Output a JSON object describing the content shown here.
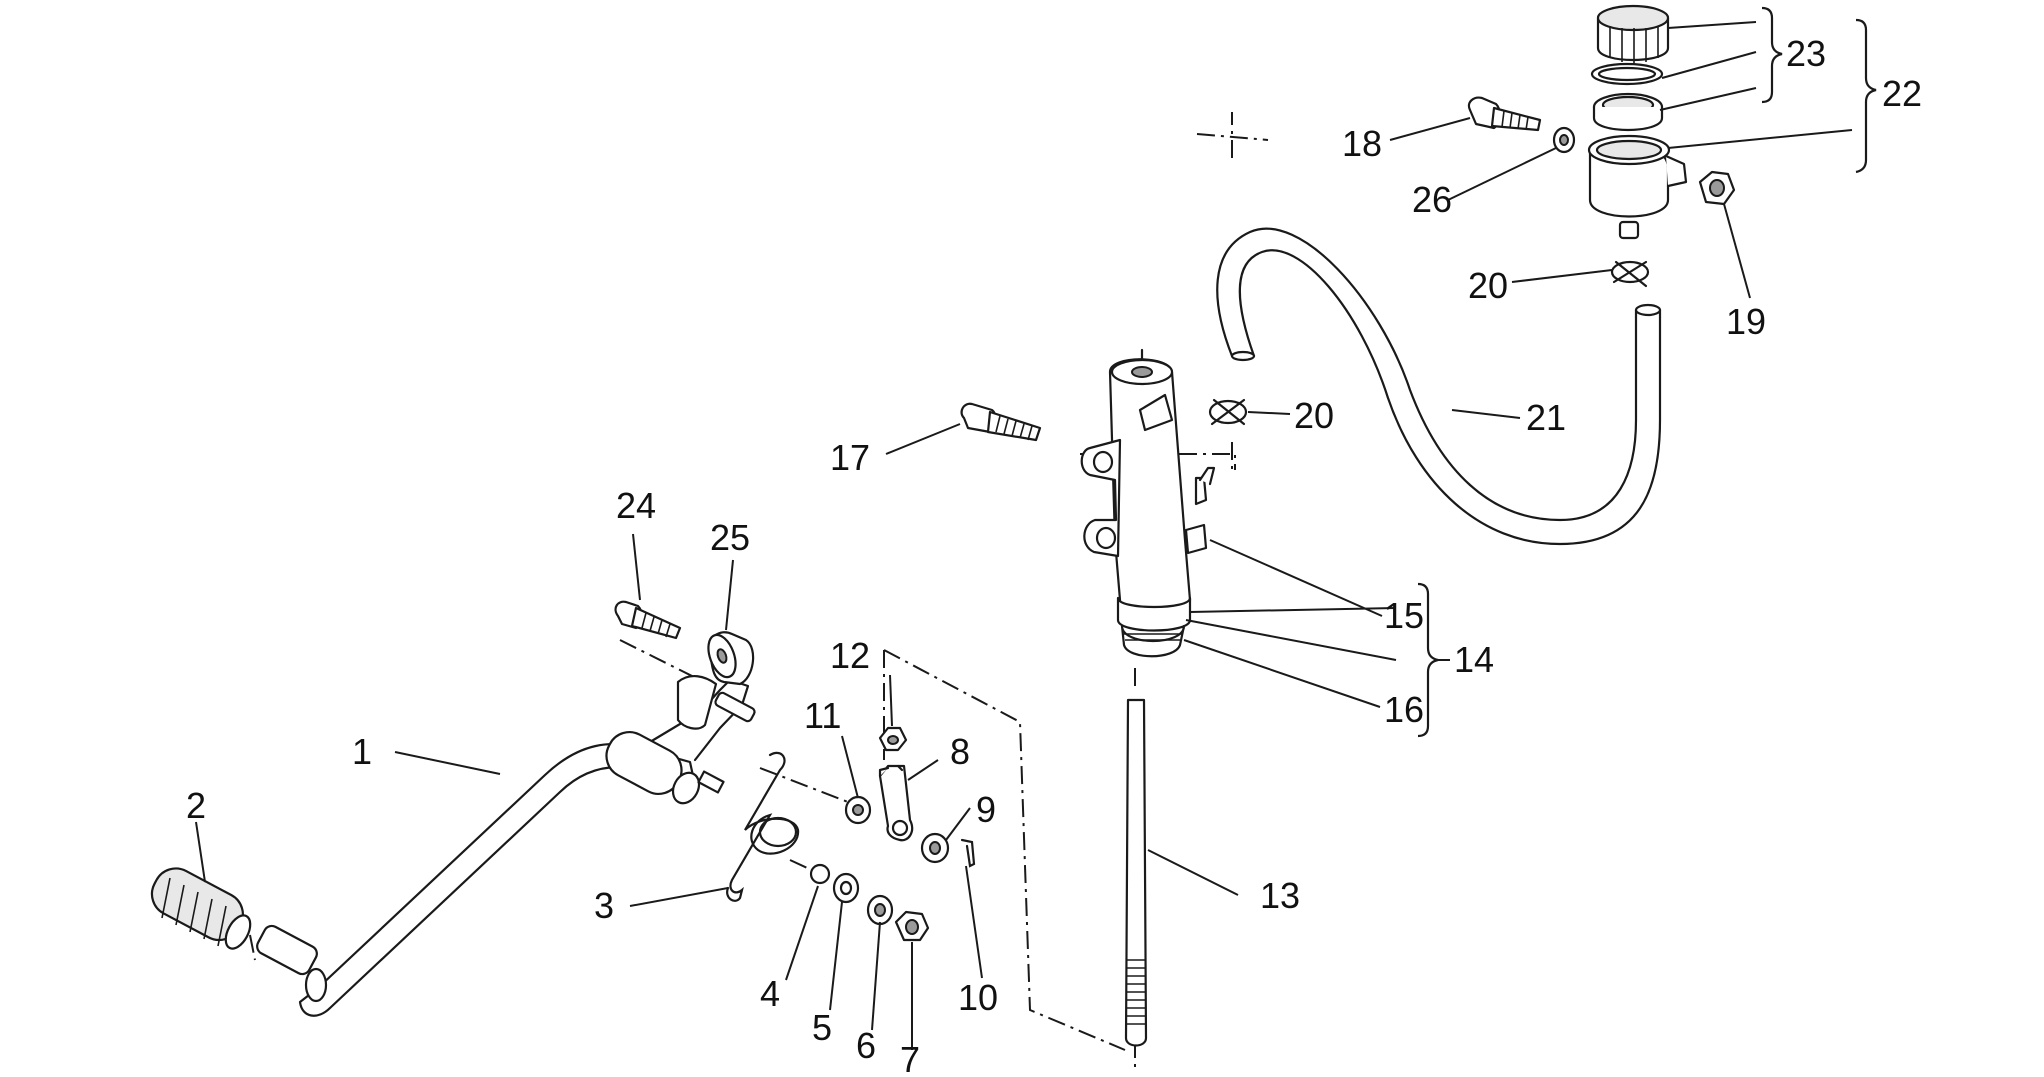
{
  "callouts": {
    "c1": "1",
    "c2": "2",
    "c3": "3",
    "c4": "4",
    "c5": "5",
    "c6": "6",
    "c7": "7",
    "c8": "8",
    "c9": "9",
    "c10": "10",
    "c11": "11",
    "c12": "12",
    "c13": "13",
    "c14": "14",
    "c15": "15",
    "c16": "16",
    "c17": "17",
    "c18": "18",
    "c19": "19",
    "c20a": "20",
    "c20b": "20",
    "c21": "21",
    "c22": "22",
    "c23": "23",
    "c24": "24",
    "c25": "25",
    "c26": "26"
  }
}
